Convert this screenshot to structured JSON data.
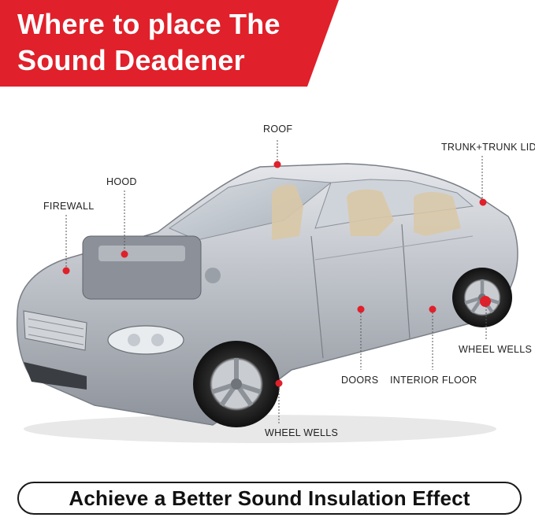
{
  "header": {
    "title_line1": "Where to place The",
    "title_line2": "Sound Deadener",
    "banner_color": "#e0202a"
  },
  "labels": {
    "roof": "ROOF",
    "trunk": "TRUNK+TRUNK LID",
    "hood": "HOOD",
    "firewall": "FIREWALL",
    "wheel_wells_rear": "WHEEL WELLS",
    "doors": "DOORS",
    "interior_floor": "INTERIOR FLOOR",
    "wheel_wells_front": "WHEEL WELLS"
  },
  "marker_color": "#e0202a",
  "footer": {
    "text": "Achieve a Better Sound Insulation Effect"
  }
}
